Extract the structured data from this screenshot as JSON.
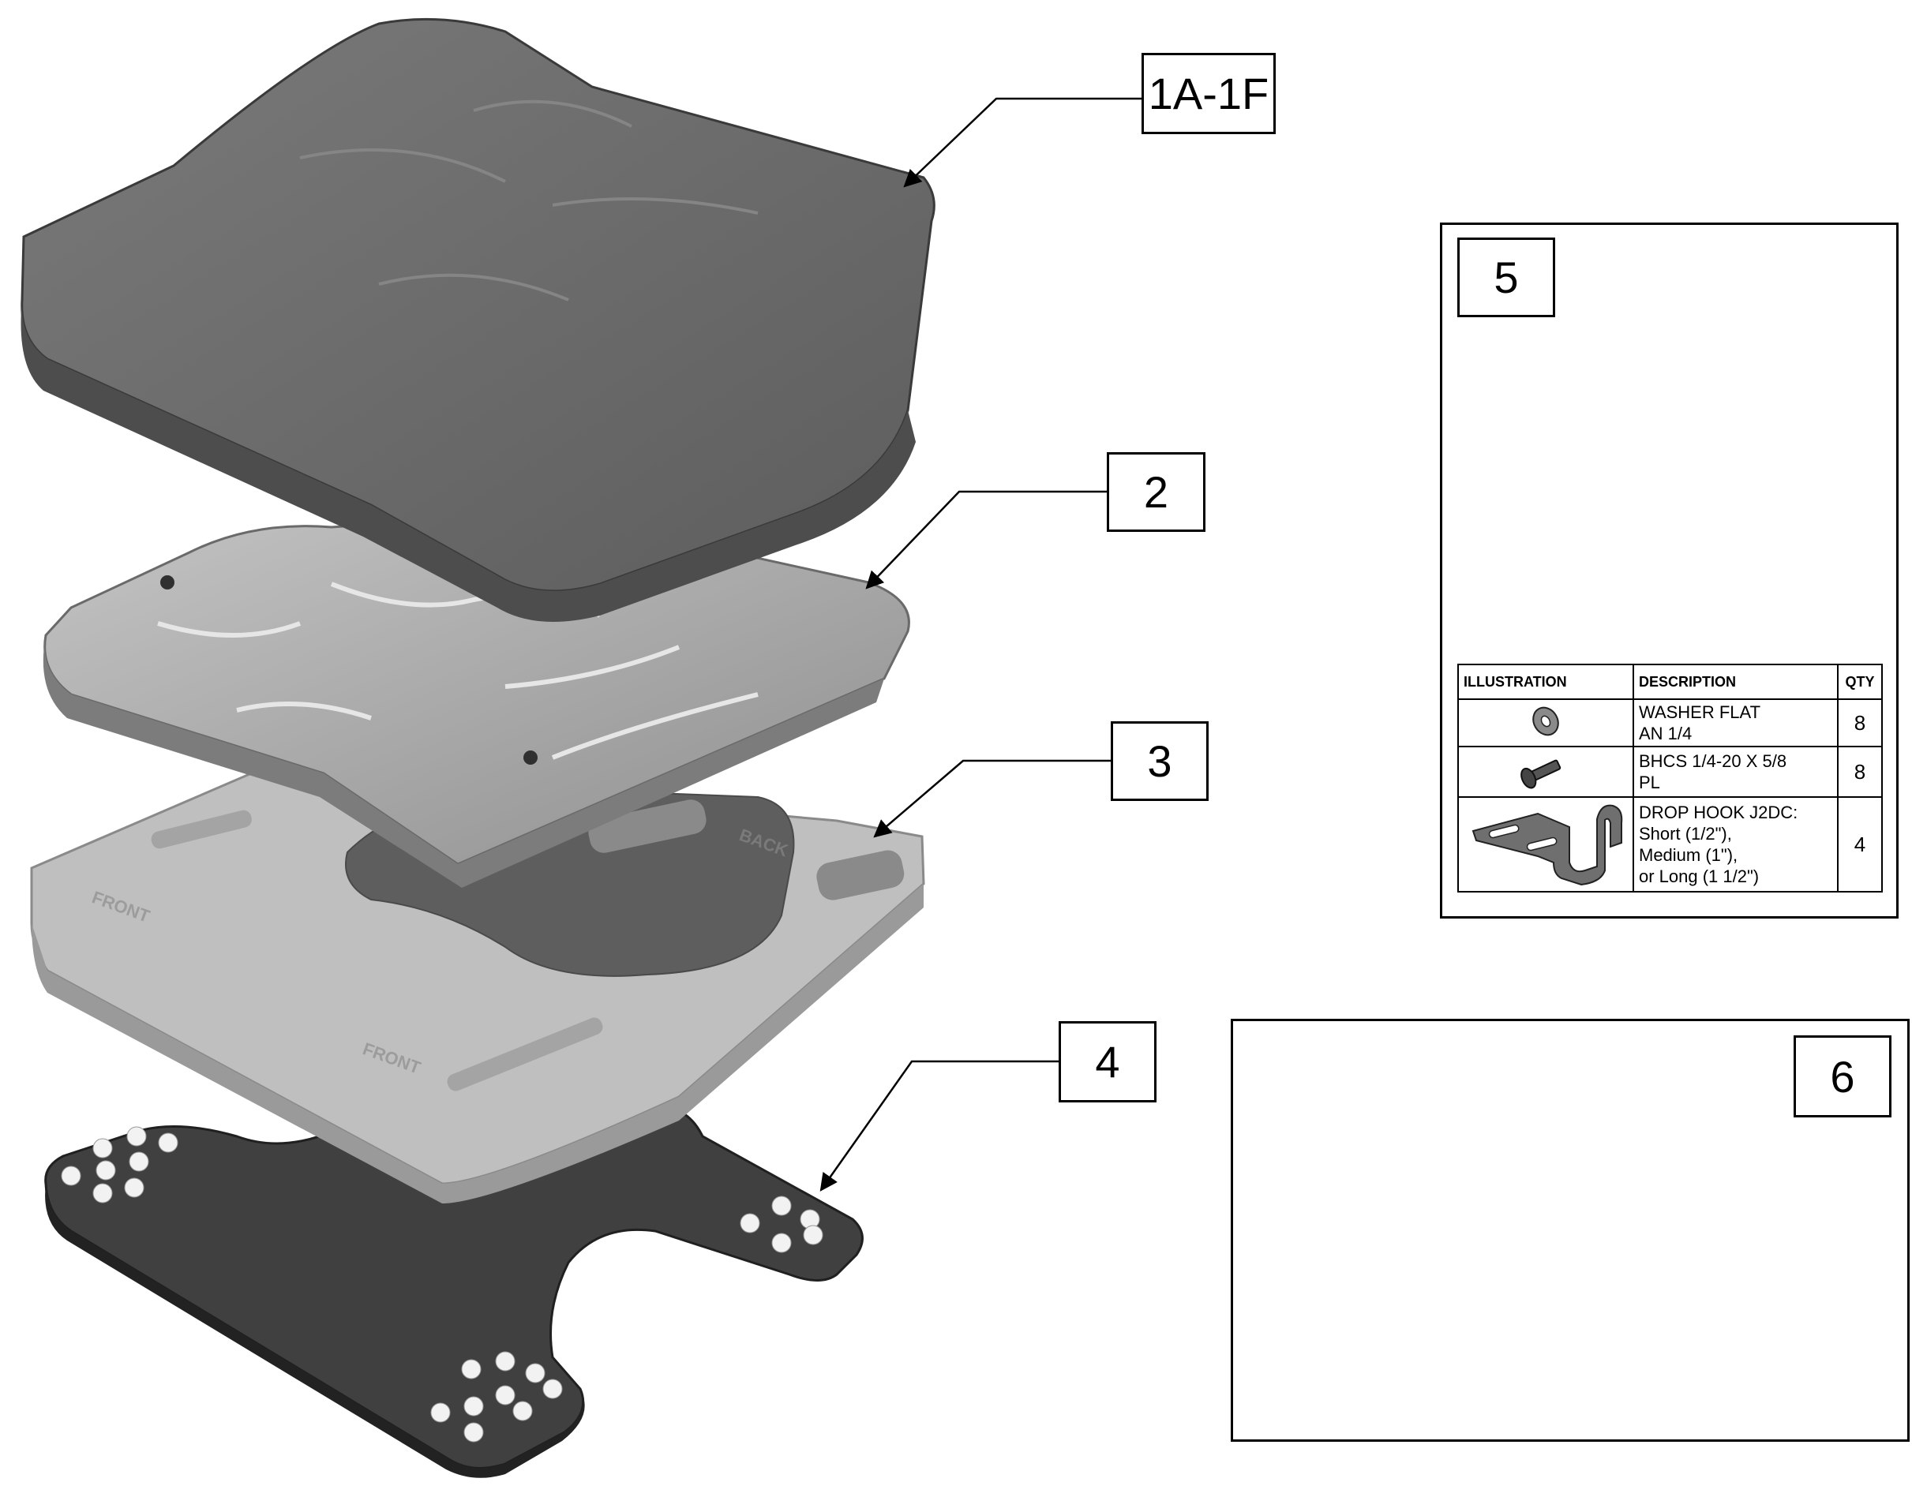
{
  "callouts": {
    "c1": "1A-1F",
    "c2": "2",
    "c3": "3",
    "c4": "4",
    "c5": "5",
    "c6": "6"
  },
  "part3_labels": {
    "front": "FRONT",
    "back": "BACK"
  },
  "bom_table": {
    "headers": {
      "illustration": "ILLUSTRATION",
      "description": "DESCRIPTION",
      "qty": "QTY"
    },
    "rows": [
      {
        "description": "WASHER FLAT\nAN 1/4",
        "qty": "8",
        "icon": "washer-icon"
      },
      {
        "description": "BHCS 1/4-20 X 5/8\nPL",
        "qty": "8",
        "icon": "screw-icon"
      },
      {
        "description": "DROP HOOK J2DC:\nShort (1/2\"),\nMedium (1\"),\nor Long (1 1/2\")",
        "qty": "4",
        "icon": "drop-hook-icon"
      }
    ]
  },
  "colors": {
    "cushion_cover": "#6b6b6b",
    "insert": "#a9a9a9",
    "foam_base": "#bdbdbd",
    "base_plate": "#3f3f3f"
  }
}
